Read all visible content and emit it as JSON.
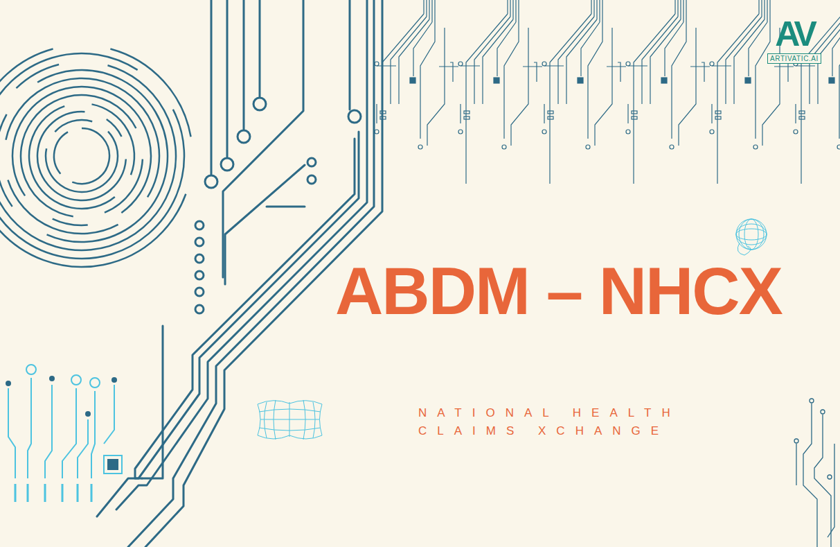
{
  "diagram": {
    "title": "ABDM – NHCX",
    "nodes": [
      {
        "text": [
          "AV",
          "ARTIVATIC.AI"
        ]
      }
    ],
    "labels": [
      "NATIONAL HEALTH CLAIMS XCHANGE"
    ]
  }
}
